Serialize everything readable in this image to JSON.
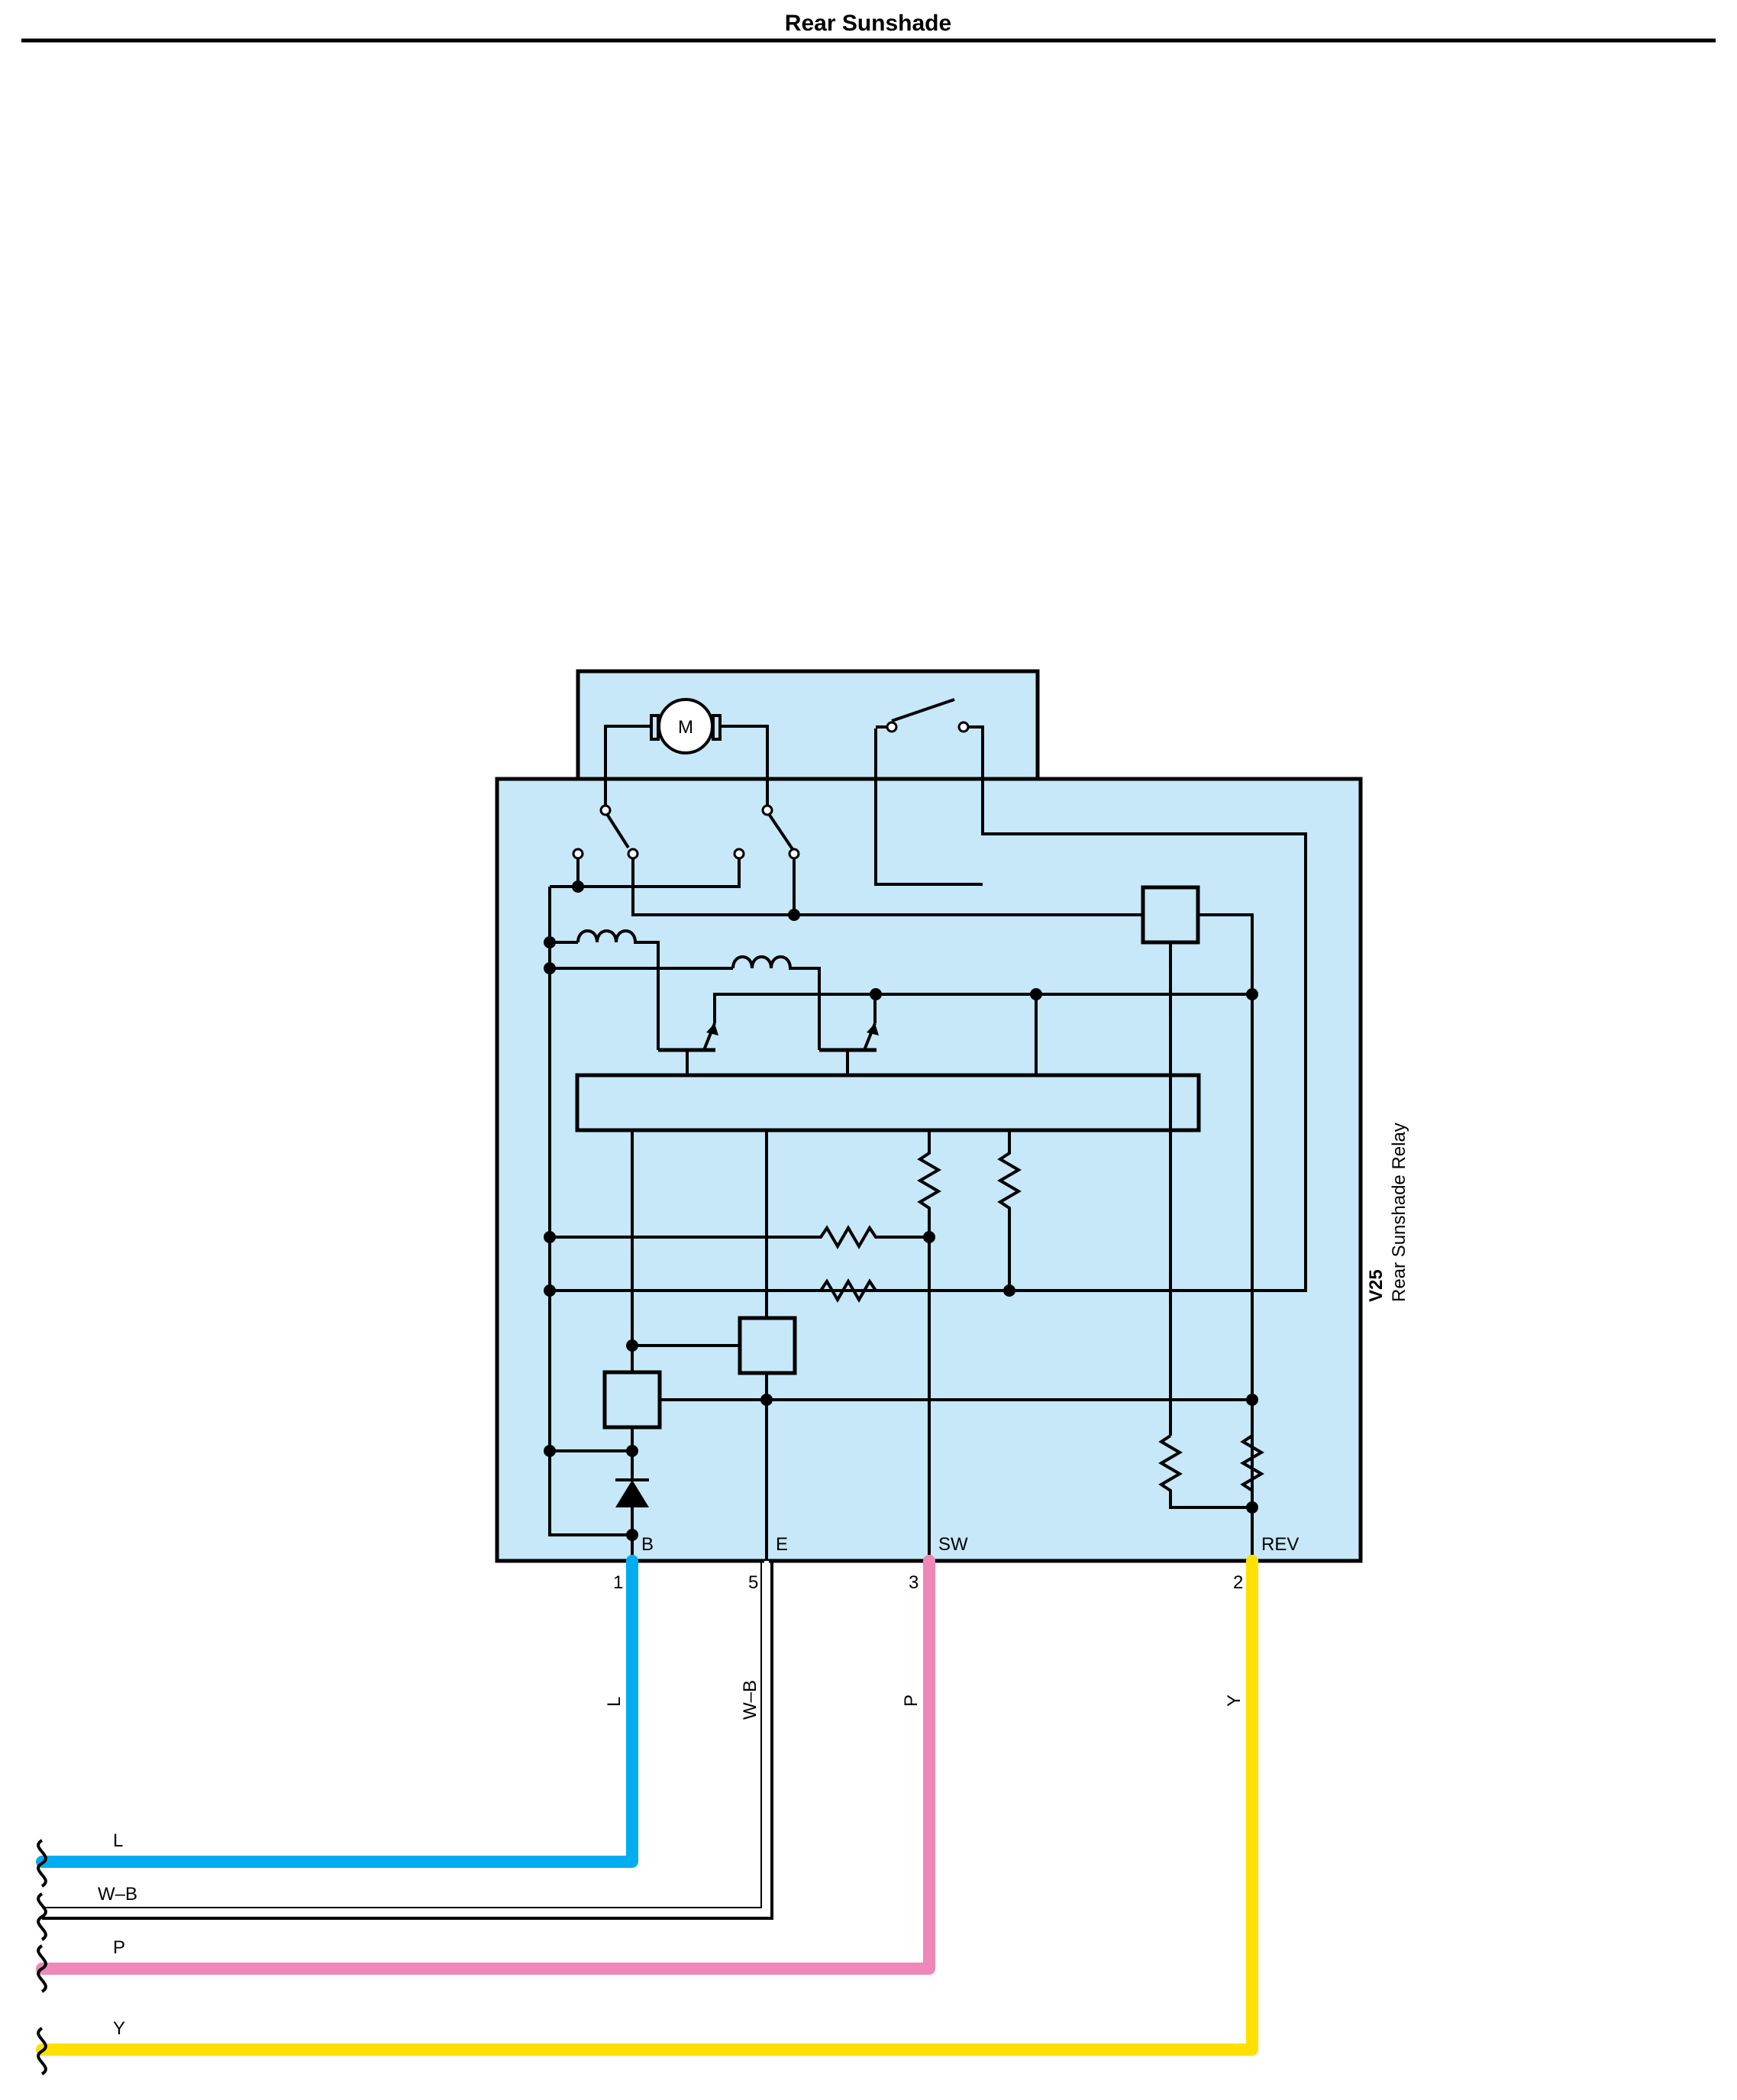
{
  "page_title": "Rear Sunshade",
  "component": {
    "code": "V25",
    "name": "Rear Sunshade Relay",
    "motor_label": "M",
    "terminals": [
      {
        "name": "B",
        "pin": "1"
      },
      {
        "name": "E",
        "pin": "5"
      },
      {
        "name": "SW",
        "pin": "3"
      },
      {
        "name": "REV",
        "pin": "2"
      }
    ]
  },
  "wires": [
    {
      "color_code": "L",
      "color": "#00aeef"
    },
    {
      "color_code": "W–B",
      "color": "#ffffff"
    },
    {
      "color_code": "P",
      "color": "#f087b8"
    },
    {
      "color_code": "Y",
      "color": "#ffe000"
    }
  ],
  "colors": {
    "relay_fill": "#c6e8f8",
    "line": "#000000"
  }
}
